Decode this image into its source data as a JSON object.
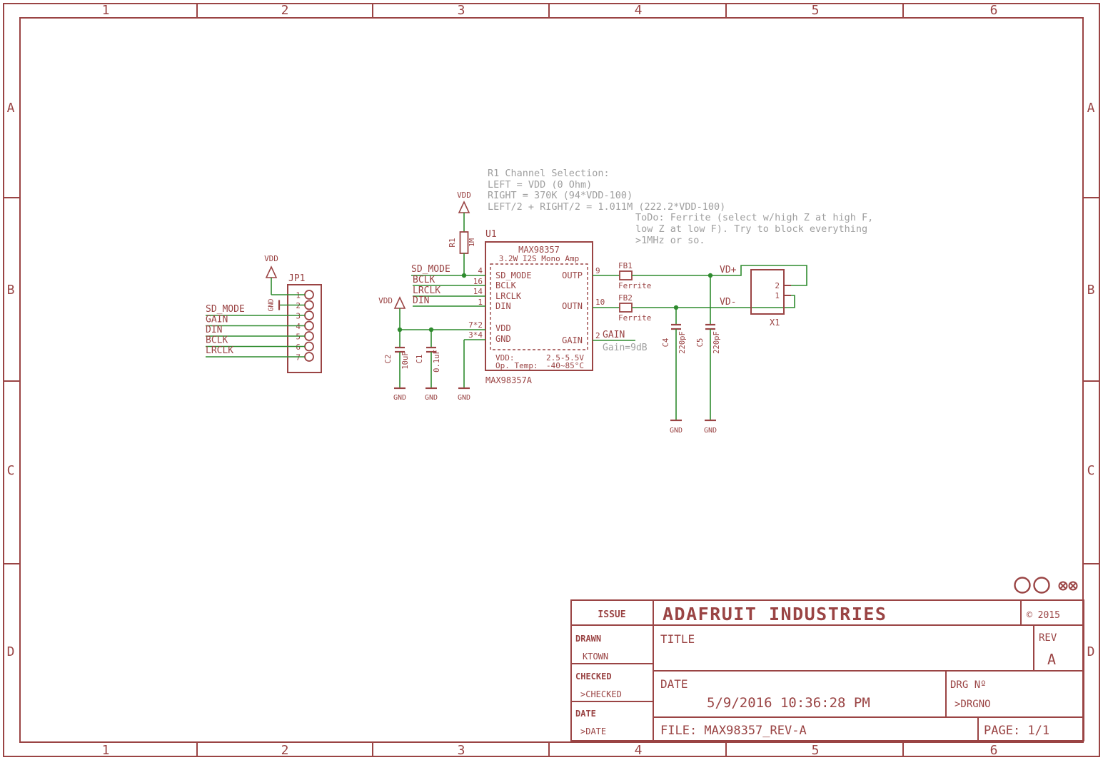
{
  "colors": {
    "symbol": "#9a4444",
    "wire": "#2e8b2e",
    "note": "#9f9f9f"
  },
  "frame": {
    "cols": [
      "1",
      "2",
      "3",
      "4",
      "5",
      "6"
    ],
    "rows": [
      "A",
      "B",
      "C",
      "D"
    ]
  },
  "notes": {
    "channel": [
      "R1 Channel Selection:",
      "LEFT = VDD (0 Ohm)",
      "RIGHT = 370K (94*VDD-100)",
      "LEFT/2 + RIGHT/2 = 1.011M (222.2*VDD-100)"
    ],
    "todo": [
      "ToDo: Ferrite (select w/high Z at high F,",
      "low Z at low F). Try to block everything",
      ">1MHz or so."
    ],
    "gain_note": "Gain=9dB"
  },
  "power": {
    "vdd": "VDD",
    "gnd": "GND"
  },
  "connector_jp1": {
    "ref": "JP1",
    "pins": [
      "1",
      "2",
      "3",
      "4",
      "5",
      "6",
      "7"
    ],
    "nets": [
      "SD_MODE",
      "GAIN",
      "DIN",
      "BCLK",
      "LRCLK"
    ]
  },
  "ic_u1": {
    "ref": "U1",
    "part": "MAX98357",
    "desc": "3.2W I2S Mono Amp",
    "variant": "MAX98357A",
    "left_pins": [
      {
        "name": "SD_MODE",
        "num": "4"
      },
      {
        "name": "BCLK",
        "num": "16"
      },
      {
        "name": "LRCLK",
        "num": "14"
      },
      {
        "name": "DIN",
        "num": "1"
      },
      {
        "name": "VDD",
        "num": "7*2"
      },
      {
        "name": "GND",
        "num": "3*4"
      }
    ],
    "right_pins": [
      {
        "name": "OUTP",
        "num": "9"
      },
      {
        "name": "OUTN",
        "num": "10"
      },
      {
        "name": "GAIN",
        "num": "2"
      }
    ],
    "spec": {
      "vdd_label": "VDD:",
      "vdd_value": "2.5-5.5V",
      "temp_label": "Op. Temp:",
      "temp_value": "-40~85°C"
    }
  },
  "parts": {
    "r1": {
      "ref": "R1",
      "value": "1M"
    },
    "c1": {
      "ref": "C1",
      "value": "0.1uF"
    },
    "c2": {
      "ref": "C2",
      "value": "10uF"
    },
    "c4": {
      "ref": "C4",
      "value": "220pF"
    },
    "c5": {
      "ref": "C5",
      "value": "220pF"
    },
    "fb1": {
      "ref": "FB1",
      "value": "Ferrite"
    },
    "fb2": {
      "ref": "FB2",
      "value": "Ferrite"
    },
    "x1": {
      "ref": "X1",
      "pin_top": "2",
      "pin_bottom": "1"
    }
  },
  "nets": {
    "vdplus": "VD+",
    "vdminus": "VD-",
    "gain": "GAIN"
  },
  "titleblock": {
    "issue": "ISSUE",
    "company": "ADAFRUIT INDUSTRIES",
    "copyright": "© 2015",
    "drawn_label": "DRAWN",
    "drawn": "KTOWN",
    "checked_label": "CHECKED",
    "checked": ">CHECKED",
    "date_small_label": "DATE",
    "date_small": ">DATE",
    "title_label": "TITLE",
    "rev_label": "REV",
    "rev": "A",
    "date_label": "DATE",
    "date": "5/9/2016 10:36:28 PM",
    "drg_label": "DRG Nº",
    "drg": ">DRGNO",
    "file": "FILE: MAX98357_REV-A",
    "page": "PAGE: 1/1"
  }
}
